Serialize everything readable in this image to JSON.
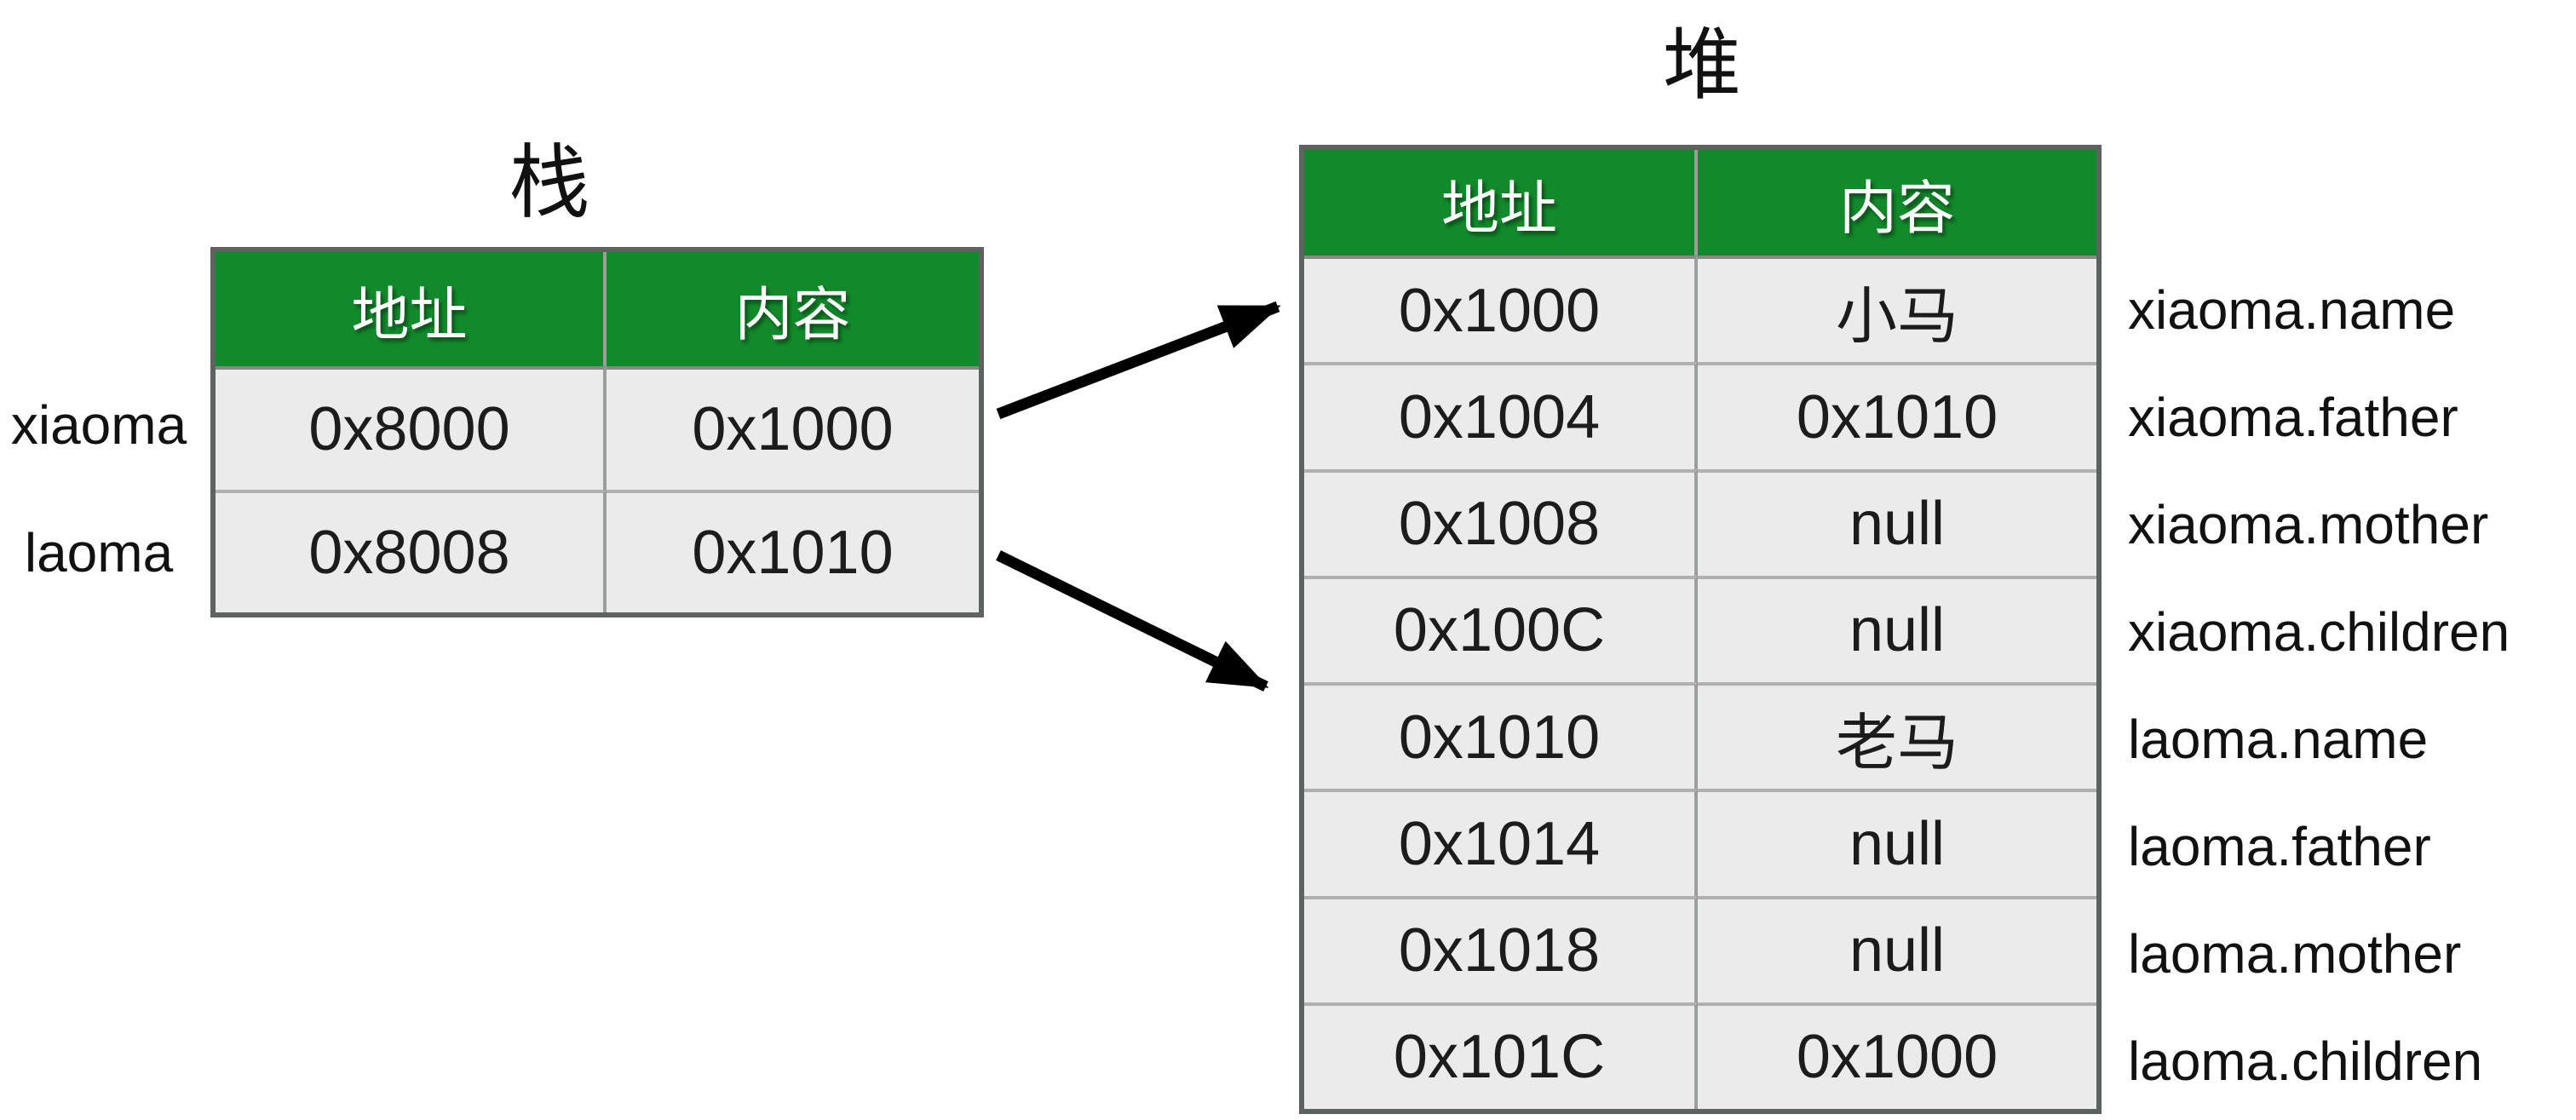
{
  "titles": {
    "stack": "栈",
    "heap": "堆"
  },
  "stack_table": {
    "headers": {
      "address": "地址",
      "content": "内容"
    },
    "rows": [
      {
        "label": "xiaoma",
        "address": "0x8000",
        "content": "0x1000"
      },
      {
        "label": "laoma",
        "address": "0x8008",
        "content": "0x1010"
      }
    ]
  },
  "heap_table": {
    "headers": {
      "address": "地址",
      "content": "内容"
    },
    "rows": [
      {
        "address": "0x1000",
        "content": "小马",
        "annotation": "xiaoma.name"
      },
      {
        "address": "0x1004",
        "content": "0x1010",
        "annotation": "xiaoma.father"
      },
      {
        "address": "0x1008",
        "content": "null",
        "annotation": "xiaoma.mother"
      },
      {
        "address": "0x100C",
        "content": "null",
        "annotation": "xiaoma.children"
      },
      {
        "address": "0x1010",
        "content": "老马",
        "annotation": "laoma.name"
      },
      {
        "address": "0x1014",
        "content": "null",
        "annotation": "laoma.father"
      },
      {
        "address": "0x1018",
        "content": "null",
        "annotation": "laoma.mother"
      },
      {
        "address": "0x101C",
        "content": "0x1000",
        "annotation": "laoma.children"
      }
    ]
  },
  "arrows": [
    {
      "from": "stack row xiaoma content 0x1000",
      "to": "heap row 0x1000"
    },
    {
      "from": "stack row laoma content 0x1010",
      "to": "heap row 0x1010"
    }
  ],
  "colors": {
    "header_green": "#128a2b",
    "row_background": "#ebebeb",
    "outer_border": "#5f635f",
    "grid_line": "#b0b0b0",
    "text": "#1c1c1c",
    "arrow": "#000000",
    "page_background": "#ffffff"
  }
}
